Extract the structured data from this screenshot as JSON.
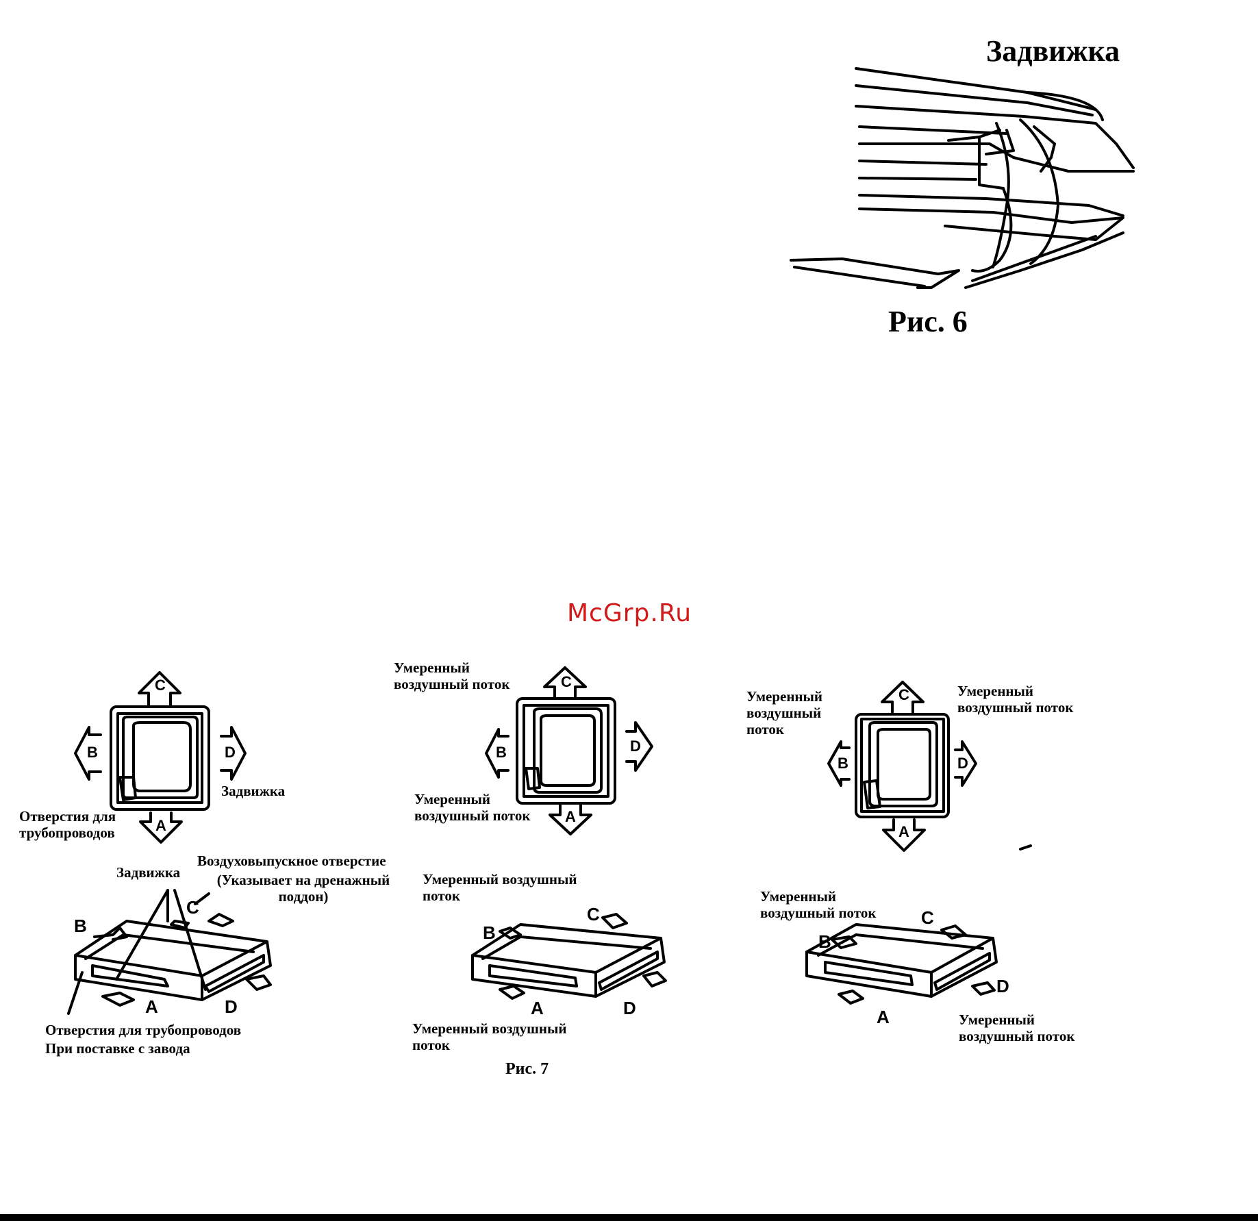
{
  "fig6": {
    "label": "Задвижка",
    "caption": "Рис. 6"
  },
  "watermark": "McGrp.Ru",
  "fig7": {
    "caption": "Рис. 7",
    "d1": {
      "latch": "Задвижка",
      "pipe_holes": "Отверстия для трубопроводов",
      "arrows": [
        "A",
        "B",
        "C",
        "D"
      ]
    },
    "d2": {
      "flow_c": "Умеренный воздушный поток",
      "flow_a": "Умеренный воздушный поток",
      "arrows": [
        "A",
        "B",
        "C",
        "D"
      ]
    },
    "d3": {
      "flow_b": "Умеренный воздушный поток",
      "flow_d": "Умеренный воздушный поток",
      "arrows": [
        "A",
        "B",
        "C",
        "D"
      ]
    },
    "iso1": {
      "latch": "Задвижка",
      "outlet": "Воздуховыпускное отверстие",
      "outlet_note": "(Указывает на дренажный поддон)",
      "pipe_holes": "Отверстия для трубопроводов",
      "factory": "При поставке с завода",
      "letters": [
        "A",
        "B",
        "C",
        "D"
      ]
    },
    "iso2": {
      "flow_top": "Умеренный воздушный поток",
      "flow_bottom": "Умеренный воздушный поток",
      "letters": [
        "A",
        "B",
        "C",
        "D"
      ]
    },
    "iso3": {
      "flow_top": "Умеренный воздушный поток",
      "flow_bottom": "Умеренный воздушный поток",
      "letters": [
        "A",
        "B",
        "C",
        "D"
      ]
    }
  }
}
